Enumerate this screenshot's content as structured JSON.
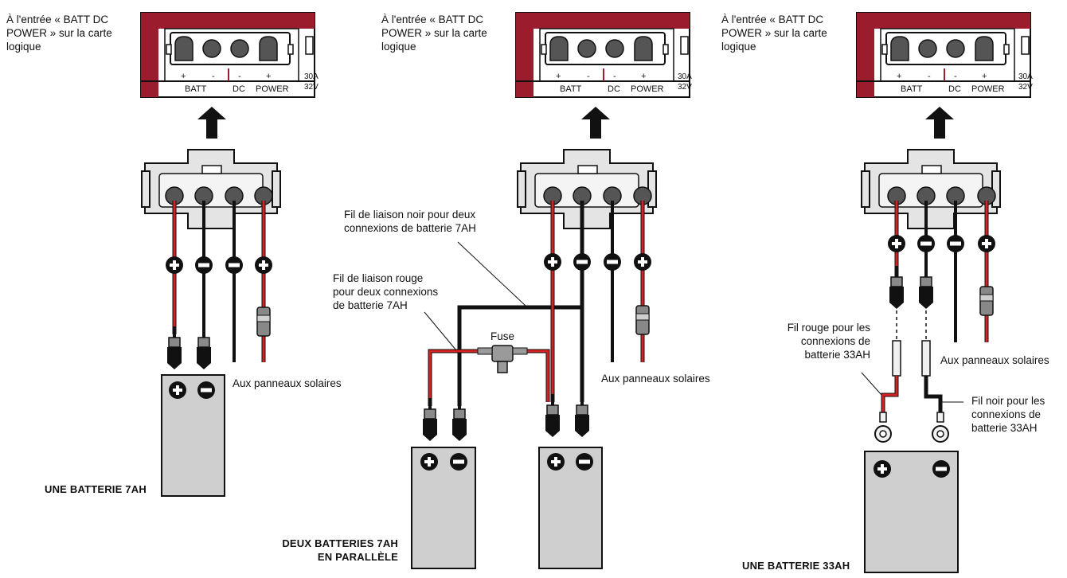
{
  "board": {
    "batt_label": "BATT",
    "dc_label": "DC",
    "power_label": "POWER",
    "plus": "+",
    "minus": "-",
    "rating_a": "30A",
    "rating_v": "32V"
  },
  "panels": [
    {
      "board_caption": "À l'entrée « BATT DC\nPOWER » sur la carte\nlogique",
      "solar_label": "Aux panneaux solaires",
      "title": "UNE BATTERIE 7AH"
    },
    {
      "board_caption": "À l'entrée « BATT DC\nPOWER » sur la carte\nlogique",
      "solar_label": "Aux panneaux solaires",
      "black_link_label": "Fil de liaison noir pour deux\nconnexions de batterie 7AH",
      "red_link_label": "Fil de liaison rouge\npour deux connexions\nde batterie 7AH",
      "fuse_label": "Fuse",
      "title": "DEUX BATTERIES 7AH\nEN PARALLÈLE"
    },
    {
      "board_caption": "À l'entrée « BATT DC\nPOWER » sur la carte\nlogique",
      "solar_label": "Aux panneaux solaires",
      "red_wire_label": "Fil rouge pour les\nconnexions de\nbatterie 33AH",
      "black_wire_label": "Fil noir pour les\nconnexions de\nbatterie 33AH",
      "title": "UNE BATTERIE 33AH"
    }
  ],
  "colors": {
    "board_red": "#9b1c2c",
    "wire_red": "#d42222",
    "wire_black": "#111111",
    "battery_gray": "#cfcfcf",
    "connector_gray": "#e4e4e4"
  }
}
